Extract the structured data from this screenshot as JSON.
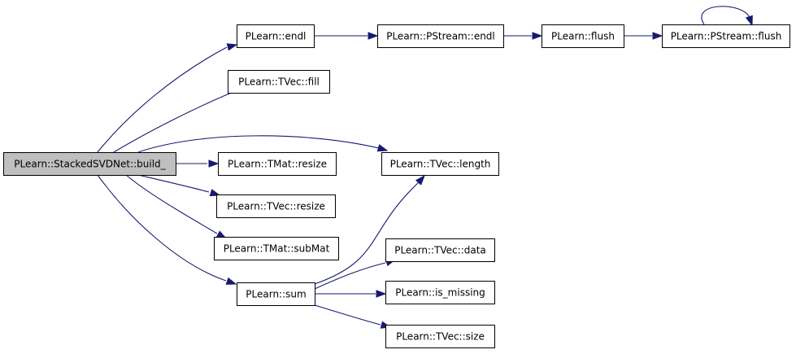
{
  "graph": {
    "nodes": [
      {
        "id": "build",
        "label": "PLearn::StackedSVDNet::build_",
        "root": true
      },
      {
        "id": "endl",
        "label": "PLearn::endl"
      },
      {
        "id": "pstream_endl",
        "label": "PLearn::PStream::endl"
      },
      {
        "id": "flush",
        "label": "PLearn::flush"
      },
      {
        "id": "pstream_flush",
        "label": "PLearn::PStream::flush"
      },
      {
        "id": "tvec_fill",
        "label": "PLearn::TVec::fill"
      },
      {
        "id": "tvec_length",
        "label": "PLearn::TVec::length"
      },
      {
        "id": "tmat_resize",
        "label": "PLearn::TMat::resize"
      },
      {
        "id": "tvec_resize",
        "label": "PLearn::TVec::resize"
      },
      {
        "id": "tmat_submat",
        "label": "PLearn::TMat::subMat"
      },
      {
        "id": "sum",
        "label": "PLearn::sum"
      },
      {
        "id": "tvec_data",
        "label": "PLearn::TVec::data"
      },
      {
        "id": "is_missing",
        "label": "PLearn::is_missing"
      },
      {
        "id": "tvec_size",
        "label": "PLearn::TVec::size"
      }
    ],
    "edges": [
      {
        "from": "build",
        "to": "endl"
      },
      {
        "from": "build",
        "to": "tvec_fill"
      },
      {
        "from": "build",
        "to": "tvec_length"
      },
      {
        "from": "build",
        "to": "tmat_resize"
      },
      {
        "from": "build",
        "to": "tvec_resize"
      },
      {
        "from": "build",
        "to": "tmat_submat"
      },
      {
        "from": "build",
        "to": "sum"
      },
      {
        "from": "endl",
        "to": "pstream_endl"
      },
      {
        "from": "pstream_endl",
        "to": "flush"
      },
      {
        "from": "flush",
        "to": "pstream_flush"
      },
      {
        "from": "pstream_flush",
        "to": "pstream_flush"
      },
      {
        "from": "sum",
        "to": "tvec_length"
      },
      {
        "from": "sum",
        "to": "tvec_data"
      },
      {
        "from": "sum",
        "to": "is_missing"
      },
      {
        "from": "sum",
        "to": "tvec_size"
      }
    ]
  }
}
